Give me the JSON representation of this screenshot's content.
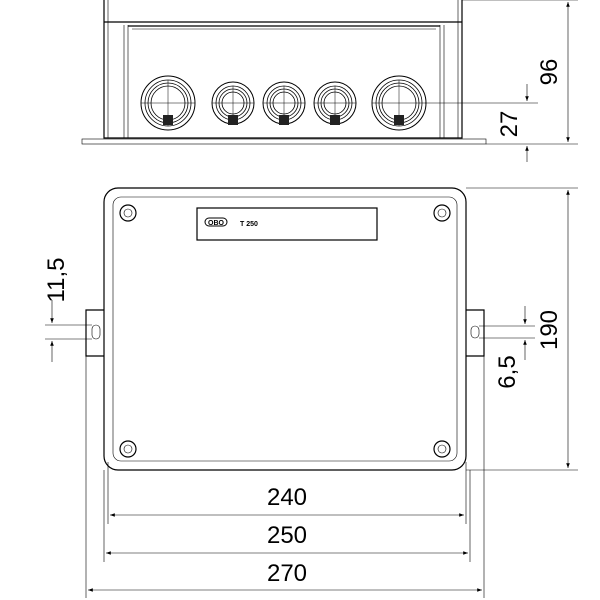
{
  "drawing": {
    "product_label": "T 250",
    "logo": "OBO",
    "dimensions": {
      "height_total": "96",
      "gland_height": "27",
      "lug_slot_left": "11,5",
      "lug_slot_right": "6,5",
      "depth": "190",
      "width_inner": "240",
      "width_body": "250",
      "width_lugs": "270"
    }
  }
}
